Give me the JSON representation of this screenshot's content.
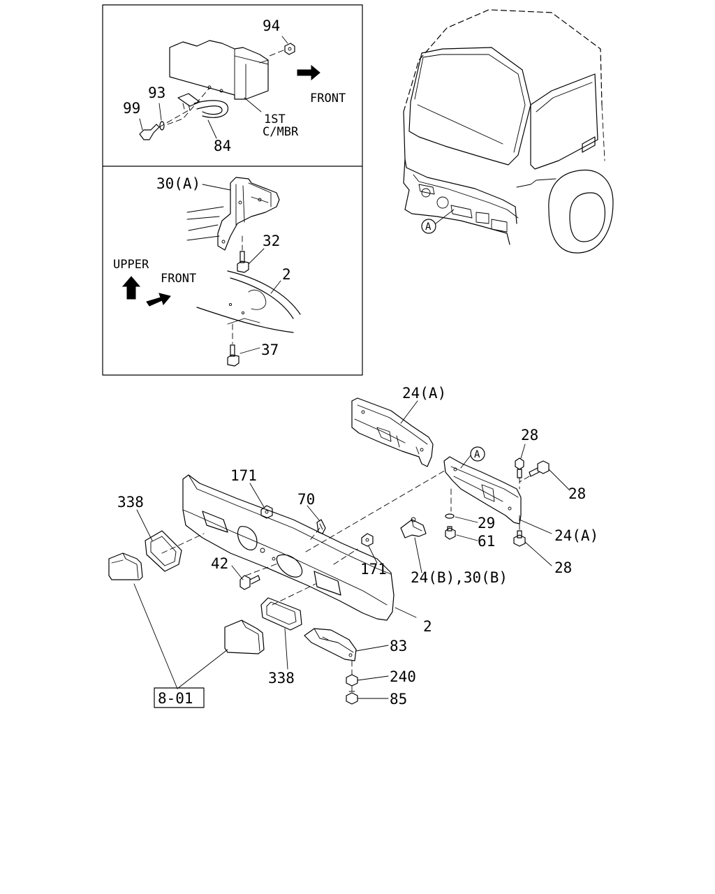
{
  "callouts": {
    "c94": "94",
    "c93": "93",
    "c99": "99",
    "c84": "84",
    "c1st": "1ST",
    "c_mbr": "C/MBR",
    "front_top": "FRONT",
    "c30a": "30(A)",
    "c32": "32",
    "upper": "UPPER",
    "front_mid": "FRONT",
    "c2_mid": "2",
    "c37": "37",
    "marker_a_cab": "A",
    "c24a_top": "24(A)",
    "marker_a_frame": "A",
    "c28_top": "28",
    "c28_mid": "28",
    "c171_top": "171",
    "c70": "70",
    "c338_left": "338",
    "c29": "29",
    "c61": "61",
    "c24a_right": "24(A)",
    "c42": "42",
    "c171_bot": "171",
    "c24b30b": "24(B),30(B)",
    "c28_bot": "28",
    "c2_bot": "2",
    "c83": "83",
    "c338_bot": "338",
    "c240": "240",
    "c85": "85",
    "ref_801": "8-01"
  }
}
